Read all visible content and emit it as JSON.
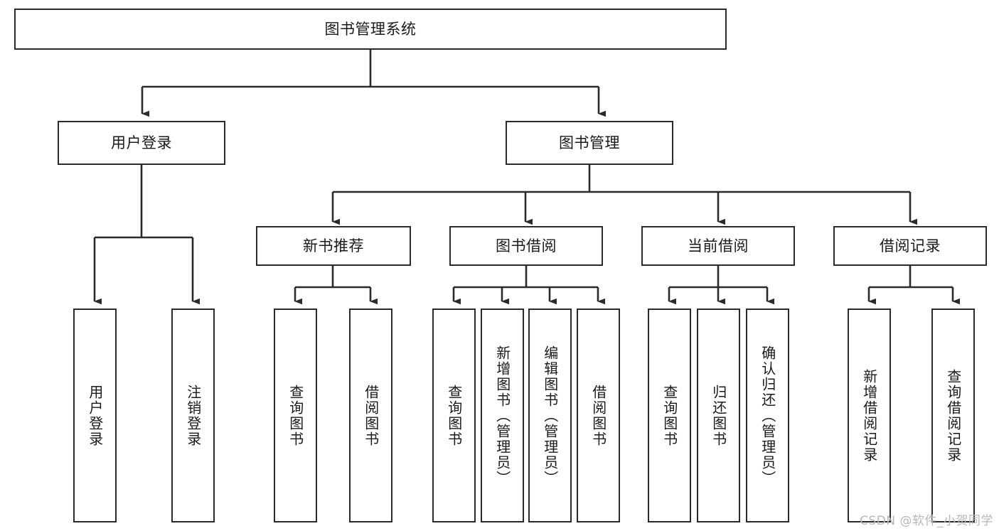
{
  "diagram": {
    "title": "图书管理系统",
    "type": "tree-hierarchy-chart",
    "watermark": "CSDN @软件_小贺同学",
    "colors": {
      "stroke": "#2b2b2b",
      "fill": "#ffffff",
      "text": "#1a1a1a",
      "watermark": "#b8b8b8"
    },
    "nodes": {
      "root": {
        "label": "图书管理系统"
      },
      "level2": [
        {
          "id": "user-login",
          "label": "用户登录"
        },
        {
          "id": "book-manage",
          "label": "图书管理"
        }
      ],
      "level3": [
        {
          "id": "new-book-rec",
          "label": "新书推荐"
        },
        {
          "id": "book-borrow",
          "label": "图书借阅"
        },
        {
          "id": "current-borrow",
          "label": "当前借阅"
        },
        {
          "id": "borrow-record",
          "label": "借阅记录"
        }
      ],
      "leaves": {
        "user-login": [
          {
            "id": "leaf-user-login",
            "label": "用户登录"
          },
          {
            "id": "leaf-logout",
            "label": "注销登录"
          }
        ],
        "new-book-rec": [
          {
            "id": "leaf-query-book-1",
            "label": "查询图书"
          },
          {
            "id": "leaf-borrow-book-1",
            "label": "借阅图书"
          }
        ],
        "book-borrow": [
          {
            "id": "leaf-query-book-2",
            "label": "查询图书"
          },
          {
            "id": "leaf-add-book",
            "label": "新增图书（管理员）"
          },
          {
            "id": "leaf-edit-book",
            "label": "编辑图书（管理员）"
          },
          {
            "id": "leaf-borrow-book-2",
            "label": "借阅图书"
          }
        ],
        "current-borrow": [
          {
            "id": "leaf-query-book-3",
            "label": "查询图书"
          },
          {
            "id": "leaf-return-book",
            "label": "归还图书"
          },
          {
            "id": "leaf-confirm-return",
            "label": "确认归还（管理员）"
          }
        ],
        "borrow-record": [
          {
            "id": "leaf-add-record",
            "label": "新增借阅记录"
          },
          {
            "id": "leaf-query-record",
            "label": "查询借阅记录"
          }
        ]
      }
    }
  }
}
